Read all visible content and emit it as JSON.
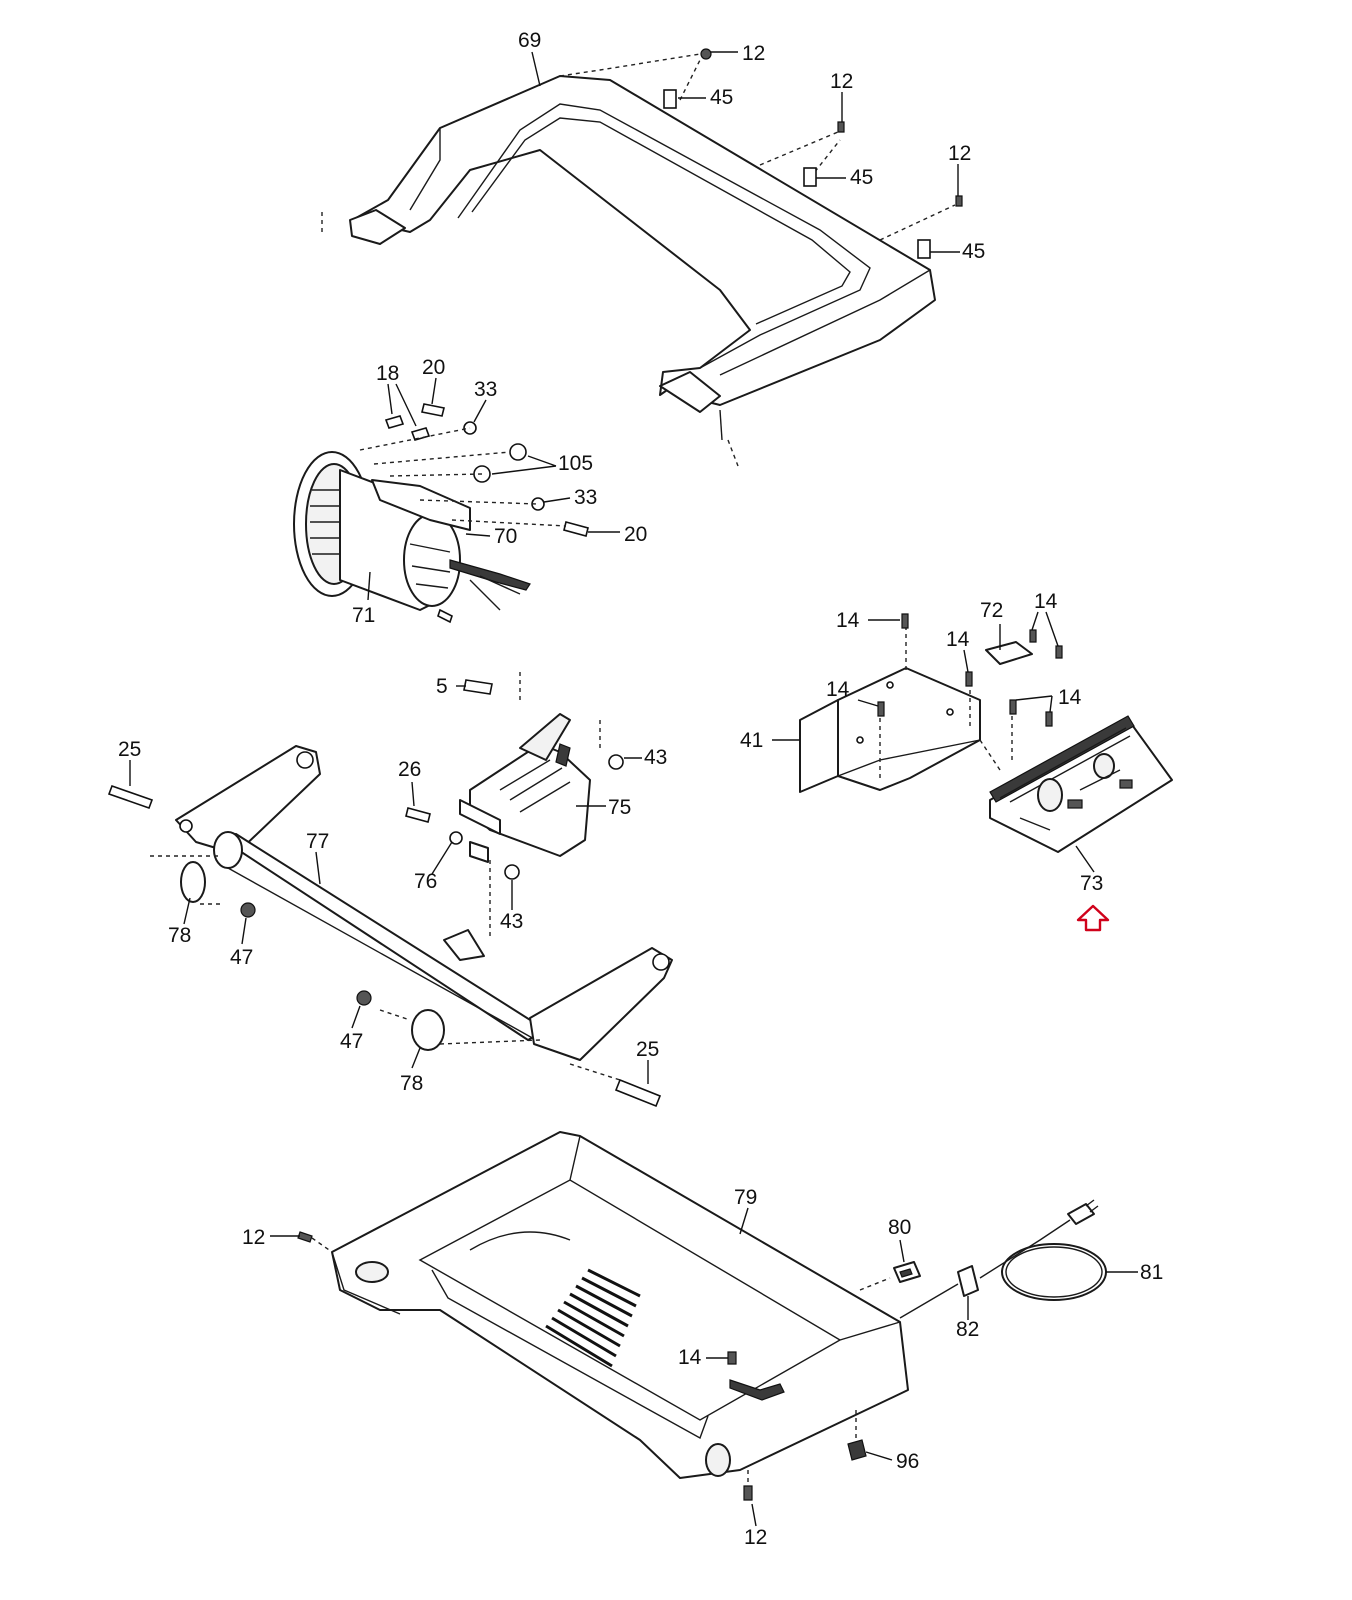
{
  "labels": {
    "l69": "69",
    "l12a": "12",
    "l45a": "45",
    "l12b": "12",
    "l45b": "45",
    "l12c": "12",
    "l45c": "45",
    "l18": "18",
    "l20a": "20",
    "l33a": "33",
    "l105": "105",
    "l33b": "33",
    "l20b": "20",
    "l70": "70",
    "l71": "71",
    "l14a": "14",
    "l72": "72",
    "l14b": "14",
    "l14c": "14",
    "l14d": "14",
    "l14e": "14",
    "l41": "41",
    "l73": "73",
    "l5": "5",
    "l43a": "43",
    "l26": "26",
    "l75": "75",
    "l76": "76",
    "l43b": "43",
    "l25a": "25",
    "l77": "77",
    "l78a": "78",
    "l47a": "47",
    "l47b": "47",
    "l78b": "78",
    "l25b": "25",
    "l79": "79",
    "l80": "80",
    "l12d": "12",
    "l81": "81",
    "l82": "82",
    "l14f": "14",
    "l96": "96",
    "l12e": "12"
  },
  "highlight": {
    "part": "73",
    "color": "#d0021b",
    "indicator": "up-arrow-icon"
  },
  "parts_shown": [
    "69",
    "70",
    "71",
    "41",
    "72",
    "73",
    "75",
    "77",
    "78",
    "79",
    "80",
    "81",
    "82",
    "96"
  ],
  "hardware_shown": [
    "5",
    "12",
    "14",
    "18",
    "20",
    "25",
    "26",
    "33",
    "43",
    "45",
    "47",
    "76",
    "105"
  ]
}
